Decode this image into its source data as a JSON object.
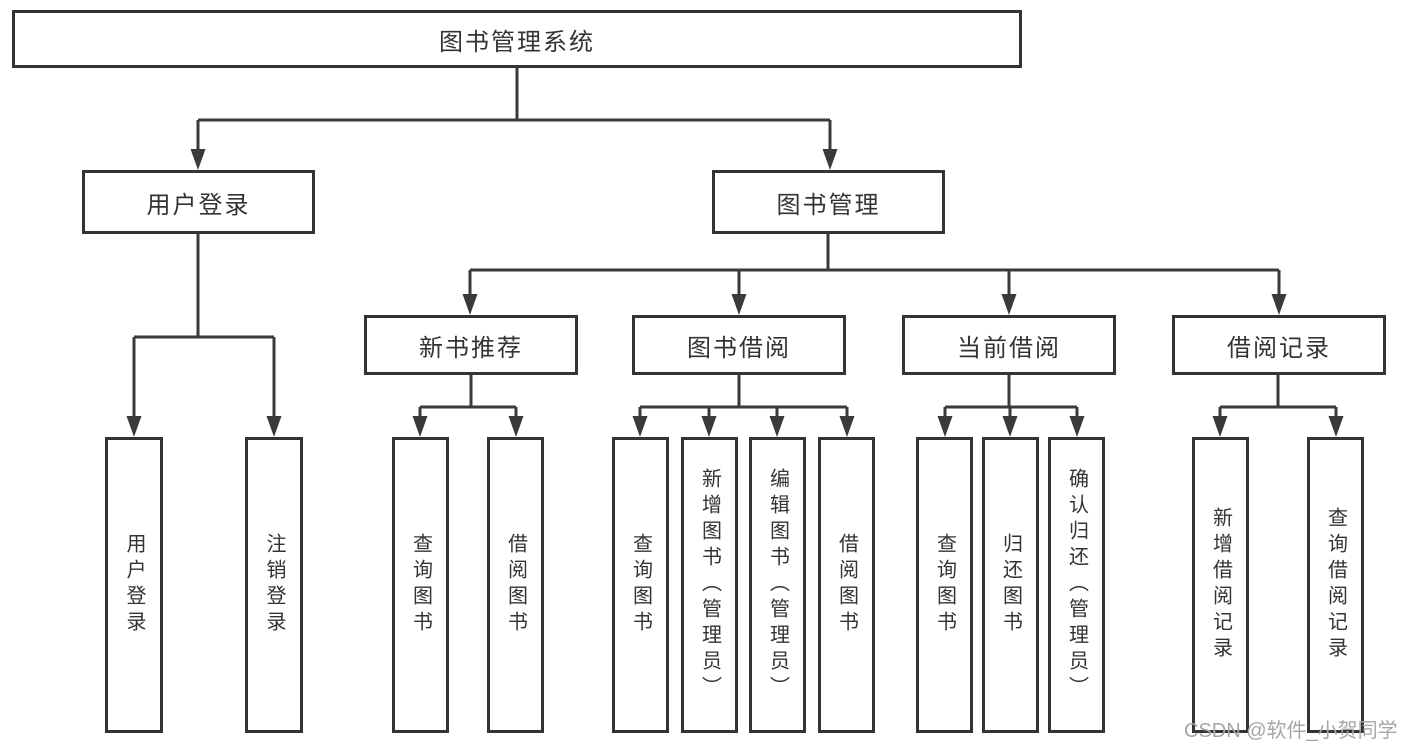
{
  "watermark": "CSDN @软件_小贺同学",
  "colors": {
    "line": "#3a3a3a",
    "box_border": "#343434",
    "text": "#333333",
    "watermark_text": "#a6a6a6",
    "background": "#ffffff"
  },
  "nodes": {
    "root": "图书管理系统",
    "userLogin": "用户登录",
    "bookManagement": "图书管理",
    "loginLeaf": "用户登录",
    "logoutLeaf": "注销登录",
    "newBookRecommend": "新书推荐",
    "bookBorrow": "图书借阅",
    "currentBorrow": "当前借阅",
    "borrowRecord": "借阅记录",
    "nbQueryBook": "查询图书",
    "nbBorrowBook": "借阅图书",
    "bbQueryBook": "查询图书",
    "bbAddBook": "新增图书（管理员）",
    "bbEditBook": "编辑图书（管理员）",
    "bbBorrowBook": "借阅图书",
    "cbQueryBook": "查询图书",
    "cbReturnBook": "归还图书",
    "cbConfirmReturn": "确认归还（管理员）",
    "brAddRecord": "新增借阅记录",
    "brQueryRecord": "查询借阅记录"
  },
  "hierarchy": {
    "图书管理系统": {
      "用户登录": [
        "用户登录",
        "注销登录"
      ],
      "图书管理": {
        "新书推荐": [
          "查询图书",
          "借阅图书"
        ],
        "图书借阅": [
          "查询图书",
          "新增图书（管理员）",
          "编辑图书（管理员）",
          "借阅图书"
        ],
        "当前借阅": [
          "查询图书",
          "归还图书",
          "确认归还（管理员）"
        ],
        "借阅记录": [
          "新增借阅记录",
          "查询借阅记录"
        ]
      }
    }
  }
}
